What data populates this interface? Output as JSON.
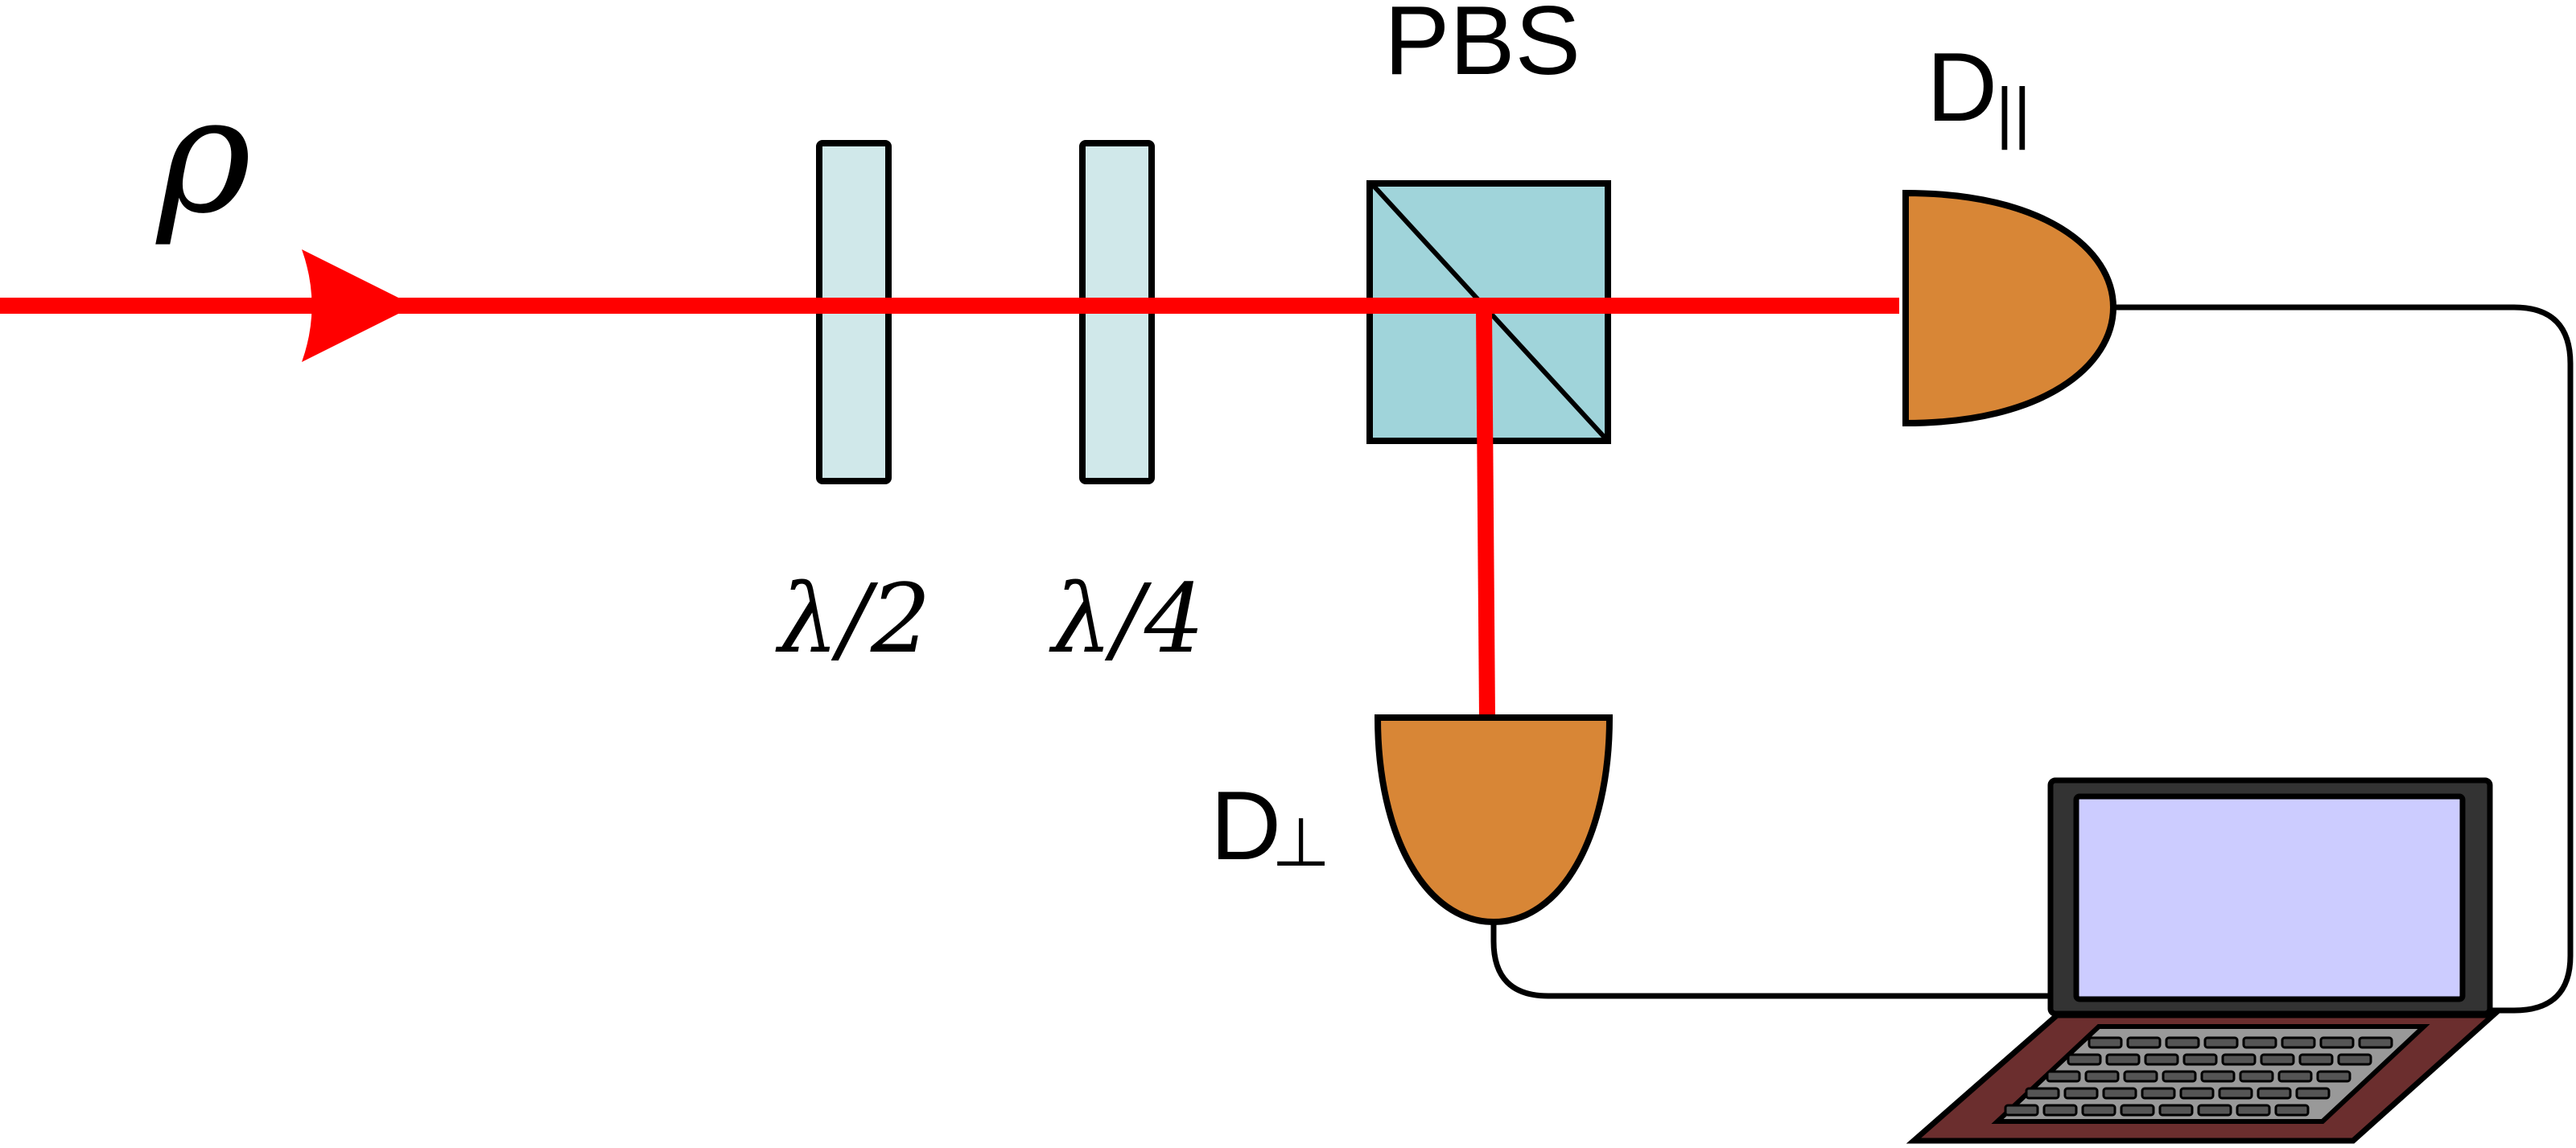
{
  "labels": {
    "input_state": "ρ",
    "half_wave_plate": "λ/2",
    "quarter_wave_plate": "λ/4",
    "beam_splitter": "PBS",
    "detector_parallel_main": "D",
    "detector_parallel_sub": "||",
    "detector_perp_main": "D",
    "detector_perp_sub": "⊥"
  },
  "colors": {
    "beam": "#ff0000",
    "waveplate_fill": "#d0e8ea",
    "pbs_fill": "#a0d4da",
    "detector_fill": "#d88636",
    "laptop_screen": "#ccccff",
    "laptop_bezel": "#333333",
    "laptop_base": "#6b2e2e",
    "keyboard": "#999999",
    "outline": "#000000"
  },
  "icons": {
    "computer": "laptop-icon"
  }
}
